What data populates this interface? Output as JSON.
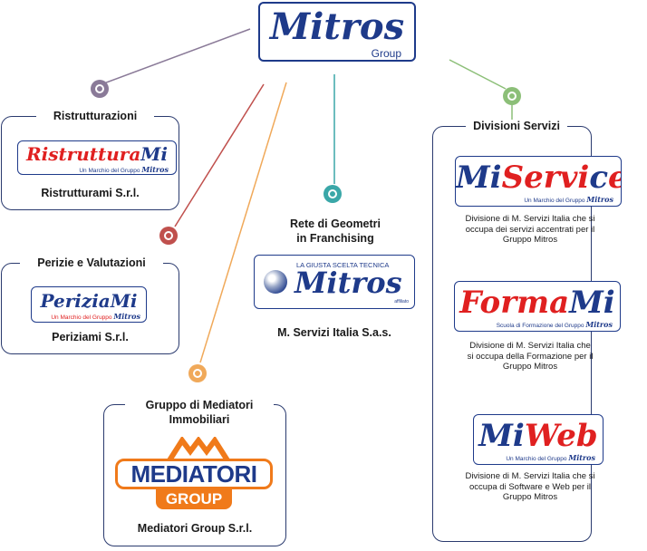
{
  "header": {
    "brand": "Mitros",
    "brand_sub": "Group"
  },
  "colors": {
    "purple": "#8a7a98",
    "red": "#c0504d",
    "orange": "#f0a95a",
    "teal": "#3aa7a8",
    "green": "#8cbf78",
    "navy": "#1e3a8a"
  },
  "ristrutturazioni": {
    "title": "Ristrutturazioni",
    "logo_a": "Ristruttura",
    "logo_b": "Mi",
    "logo_sub": "Un Marchio del Gruppo",
    "logo_sub_brand": "Mitros",
    "company": "Ristrutturami S.r.l."
  },
  "perizie": {
    "title": "Perizie e Valutazioni",
    "logo_a": "Perizia",
    "logo_b": "Mi",
    "logo_sub": "Un Marchio del Gruppo",
    "logo_sub_brand": "Mitros",
    "company": "Periziami S.r.l."
  },
  "mediatori": {
    "title_1": "Gruppo di Mediatori",
    "title_2": "Immobiliari",
    "logo_main": "MEDIATORI",
    "logo_sub": "GROUP",
    "company": "Mediatori Group S.r.l."
  },
  "geometri": {
    "title_1": "Rete di Geometri",
    "title_2": "in Franchising",
    "logo_top": "LA GIUSTA SCELTA TECNICA",
    "logo_main": "Mitros",
    "logo_small": "affiliato",
    "company": "M. Servizi Italia S.a.s."
  },
  "divisioni": {
    "title": "Divisioni Servizi",
    "miservice": {
      "logo_a": "Mi",
      "logo_b": "Servi",
      "logo_c": "c",
      "logo_d": "e",
      "logo_sub": "Un Marchio del Gruppo",
      "logo_sub_brand": "Mitros",
      "desc_1": "Divisione di M. Servizi Italia che si",
      "desc_2": "occupa dei servizi accentrati per il",
      "desc_3": "Gruppo Mitros"
    },
    "formami": {
      "logo_a": "Forma",
      "logo_b": "Mi",
      "logo_sub": "Scuola di Formazione del Gruppo",
      "logo_sub_brand": "Mitros",
      "desc_1": "Divisione di M. Servizi Italia che",
      "desc_2": "si occupa della Formazione per il",
      "desc_3": "Gruppo Mitros"
    },
    "miweb": {
      "logo_a": "Mi",
      "logo_b": "Web",
      "logo_sub": "Un Marchio del Gruppo",
      "logo_sub_brand": "Mitros",
      "desc_1": "Divisione di M. Servizi Italia che si",
      "desc_2": "occupa di Software e Web per il",
      "desc_3": "Gruppo Mitros"
    }
  }
}
